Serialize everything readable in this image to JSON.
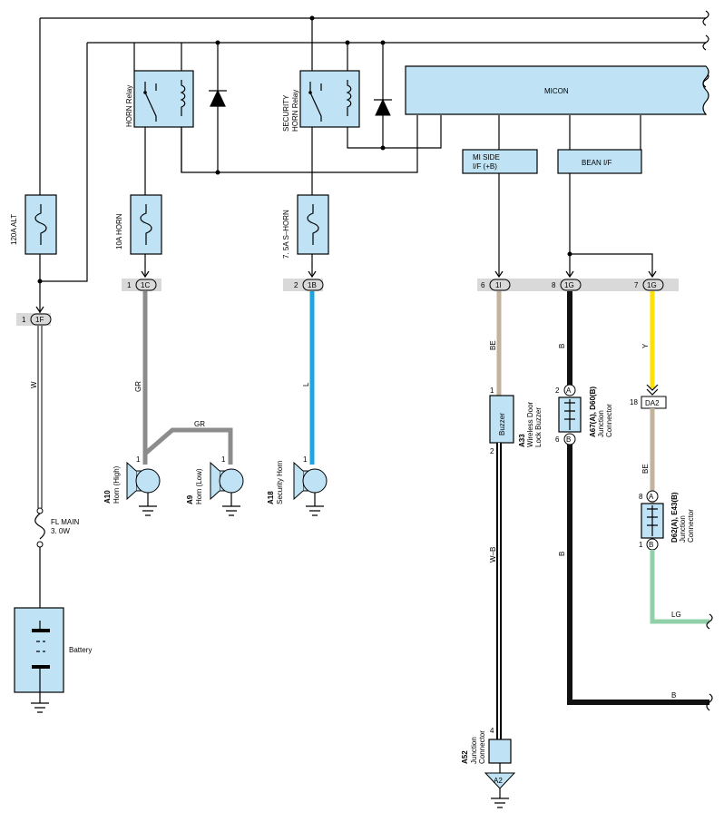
{
  "micon": "MICON",
  "mi_side": [
    "MI SIDE",
    "I/F (+B)"
  ],
  "bean_if": "BEAN I/F",
  "relays": {
    "horn": [
      "HORN Relay"
    ],
    "security": [
      "SECURITY",
      "HORN Relay"
    ]
  },
  "fuses": {
    "alt": "120A ALT",
    "horn": "10A HORN",
    "shorn": "7. 5A S–HORN",
    "fl_main": [
      "FL MAIN",
      "3. 0W"
    ]
  },
  "connectors": {
    "c1f": {
      "num": "1",
      "id": "1F"
    },
    "c1c": {
      "num": "1",
      "id": "1C"
    },
    "c1b": {
      "num": "2",
      "id": "1B"
    },
    "c1i": {
      "num": "6",
      "id": "1I"
    },
    "c1g8": {
      "num": "8",
      "id": "1G"
    },
    "c1g7": {
      "num": "7",
      "id": "1G"
    },
    "da2": {
      "num": "18",
      "id": "DA2"
    },
    "a2": "A2"
  },
  "wire_colors": {
    "w": "W",
    "gr": "GR",
    "gr2": "GR",
    "l": "L",
    "be": "BE",
    "b": "B",
    "y": "Y",
    "be2": "BE",
    "b2": "B",
    "wb": "W–B",
    "lg": "LG",
    "b3": "B"
  },
  "components": {
    "a10": {
      "code": "A10",
      "name": "Horn (High)",
      "pin": "1"
    },
    "a9": {
      "code": "A9",
      "name": "Horn (Low)",
      "pin": "1"
    },
    "a18": {
      "code": "A18",
      "name": "Security Horn",
      "pin": "1"
    },
    "a33": {
      "code": "A33",
      "lines": [
        "Wireless Door",
        "Lock Buzzer"
      ],
      "body": "Buzzer",
      "pin_top": "1",
      "pin_bot": "2"
    },
    "a67": {
      "code": "A67(A), D60(B)",
      "lines": [
        "Junction",
        "Connector"
      ],
      "pin_top": "2",
      "pin_bot": "6",
      "ta": "A",
      "tb": "B"
    },
    "d62": {
      "code": "D62(A), E43(B)",
      "lines": [
        "Junction",
        "Connector"
      ],
      "pin_top": "8",
      "pin_bot": "1",
      "ta": "A",
      "tb": "B"
    },
    "a52": {
      "code": "A52",
      "lines": [
        "Junction",
        "Connector"
      ],
      "pin": "4"
    }
  },
  "battery": "Battery",
  "colors": {
    "box_fill": "#bfe3f5",
    "wire_gray": "#8c8c8c",
    "wire_blue": "#1ea5e0",
    "wire_tan": "#c3b39c",
    "wire_yellow": "#ffe000",
    "wire_green": "#8fd0a8",
    "wire_black": "#111111"
  }
}
